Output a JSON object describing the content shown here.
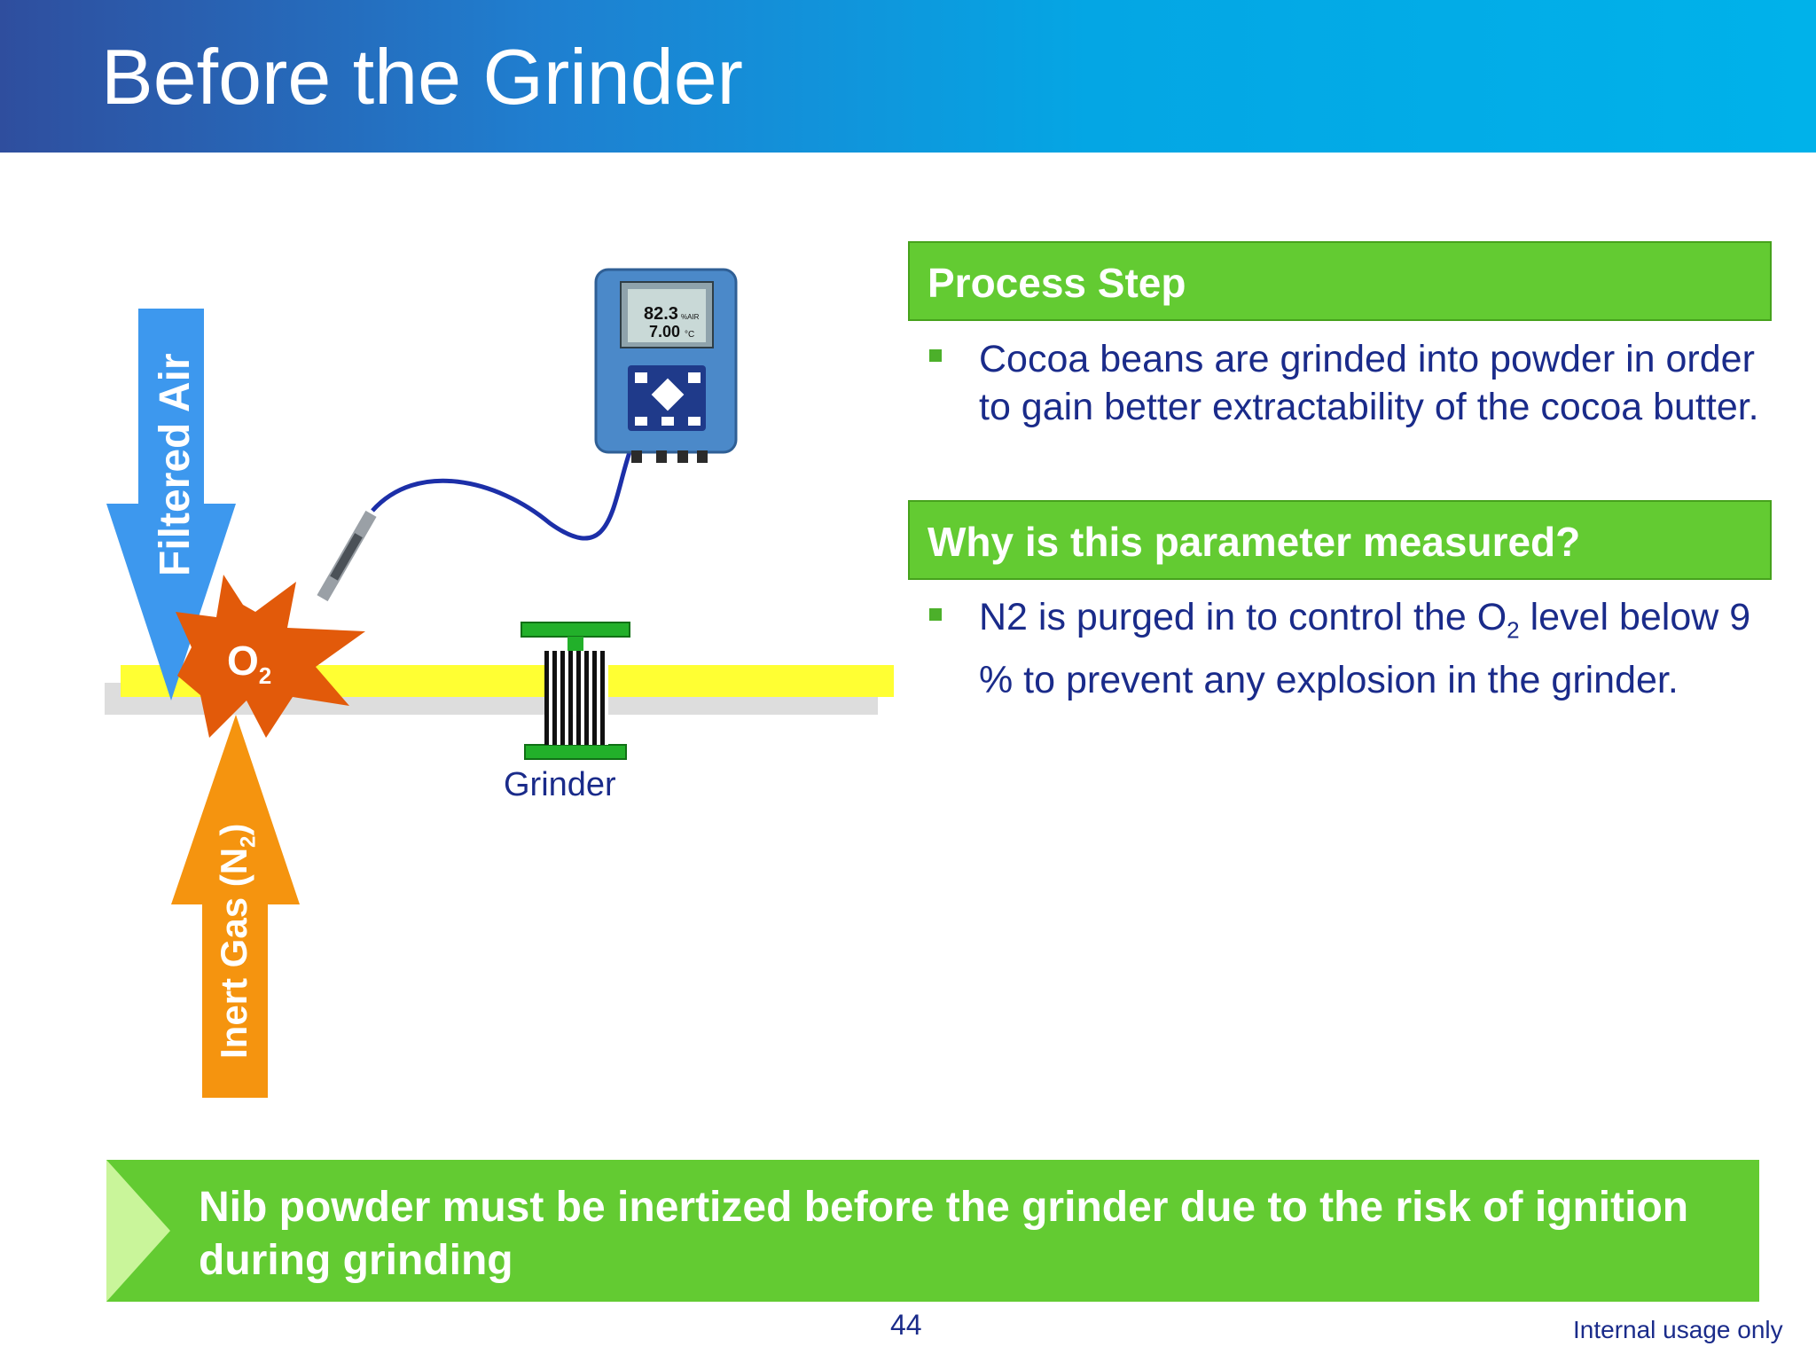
{
  "title": "Before the Grinder",
  "diagram": {
    "filtered_air_label": "Filtered Air",
    "inert_gas_label": "Inert Gas (N",
    "inert_gas_sub": "2",
    "inert_gas_close": ")",
    "o2_label": "O",
    "o2_sub": "2",
    "grinder_label": "Grinder",
    "analyzer": {
      "reading1": "82.3",
      "unit1": "%AIR",
      "reading2": "7.00",
      "unit2": "°C"
    }
  },
  "process_step": {
    "heading": "Process Step",
    "text": "Cocoa beans are grinded into powder in order to gain better extractability of the cocoa butter."
  },
  "why_measured": {
    "heading": "Why is this parameter measured?",
    "text_before": "N2 is purged in to control the O",
    "text_sub": "2",
    "text_after": " level below 9 % to prevent any explosion in the grinder."
  },
  "banner": {
    "text": "Nib powder must be inertized before the grinder due to the risk of ignition during grinding"
  },
  "page_number": "44",
  "footer_note": "Internal usage only",
  "colors": {
    "header_blue": "#04a6e4",
    "green": "#63cb32",
    "text_blue": "#1a2b8a",
    "air_arrow": "#3d98ee",
    "gas_arrow": "#f5940f",
    "burst": "#e25a0a",
    "pipe": "#ffff33"
  }
}
